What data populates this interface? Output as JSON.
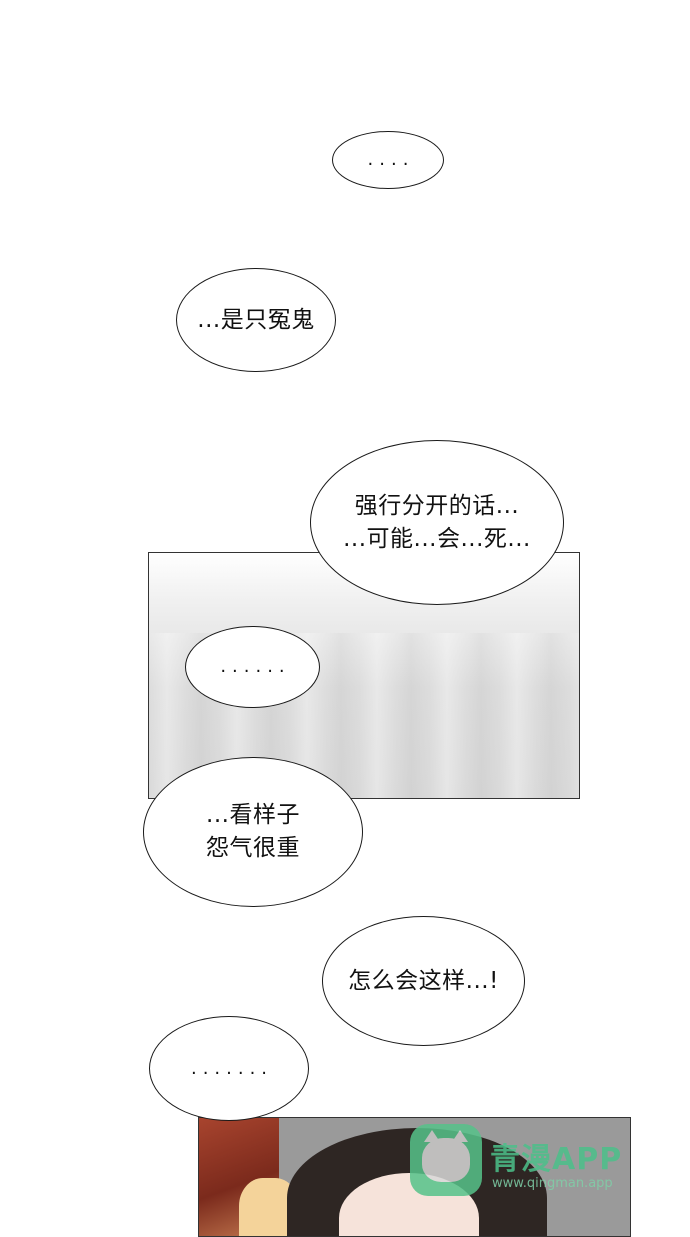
{
  "bubbles": {
    "b1": "....",
    "b2": "...是只冤鬼",
    "b3": "强行分开的话...\n...可能...会...死...",
    "b4": "......",
    "b5": "...看样子\n怨气很重",
    "b6": "怎么会这样...!",
    "b7": "......."
  },
  "watermark": {
    "title": "青漫APP",
    "url": "www.qingman.app",
    "icon": "cat-icon",
    "color": "#4cc08a"
  }
}
